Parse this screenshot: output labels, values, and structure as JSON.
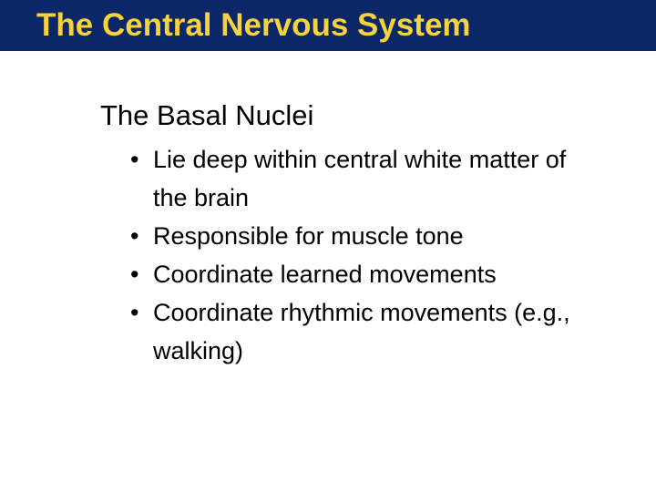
{
  "slide": {
    "title": "The Central Nervous System",
    "title_color": "#f6d33c",
    "title_bar_color": "#0b2767",
    "background_color": "#ffffff",
    "body_text_color": "#000000",
    "subheading": "The Basal Nuclei",
    "bullet_marker": "•",
    "bullets": [
      {
        "text": "Lie deep within central white matter of the brain"
      },
      {
        "text": "Responsible for muscle tone"
      },
      {
        "text": "Coordinate learned movements"
      },
      {
        "text": "Coordinate rhythmic movements (e.g., walking)"
      }
    ]
  }
}
